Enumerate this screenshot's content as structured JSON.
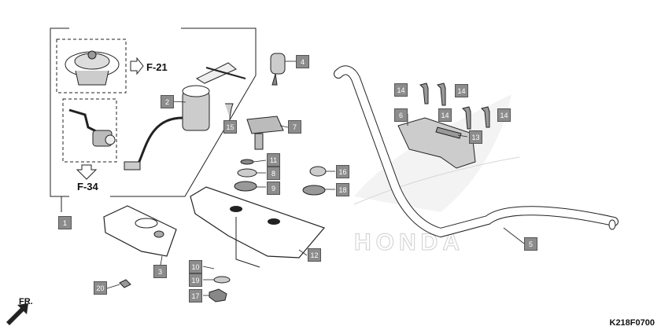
{
  "callouts": [
    {
      "id": "1",
      "label": "1"
    },
    {
      "id": "2",
      "label": "2"
    },
    {
      "id": "3",
      "label": "3"
    },
    {
      "id": "4",
      "label": "4"
    },
    {
      "id": "5",
      "label": "5"
    },
    {
      "id": "6",
      "label": "6"
    },
    {
      "id": "7",
      "label": "7"
    },
    {
      "id": "8",
      "label": "8"
    },
    {
      "id": "9",
      "label": "9"
    },
    {
      "id": "10",
      "label": "10"
    },
    {
      "id": "11",
      "label": "11"
    },
    {
      "id": "12",
      "label": "12"
    },
    {
      "id": "13",
      "label": "13"
    },
    {
      "id": "14a",
      "label": "14"
    },
    {
      "id": "14b",
      "label": "14"
    },
    {
      "id": "14c",
      "label": "14"
    },
    {
      "id": "14d",
      "label": "14"
    },
    {
      "id": "15",
      "label": "15"
    },
    {
      "id": "16",
      "label": "16"
    },
    {
      "id": "17",
      "label": "17"
    },
    {
      "id": "18",
      "label": "18"
    },
    {
      "id": "19",
      "label": "19"
    },
    {
      "id": "20",
      "label": "20"
    }
  ],
  "refs": {
    "ref_f21": "F-21",
    "ref_f34": "F-34"
  },
  "front_label": "FR.",
  "diagram_code": "K218F0700",
  "watermark": "HONDA",
  "colors": {
    "callout_bg": "#8c8c8c",
    "line": "#222222",
    "watermark": "#d8d8d8"
  }
}
